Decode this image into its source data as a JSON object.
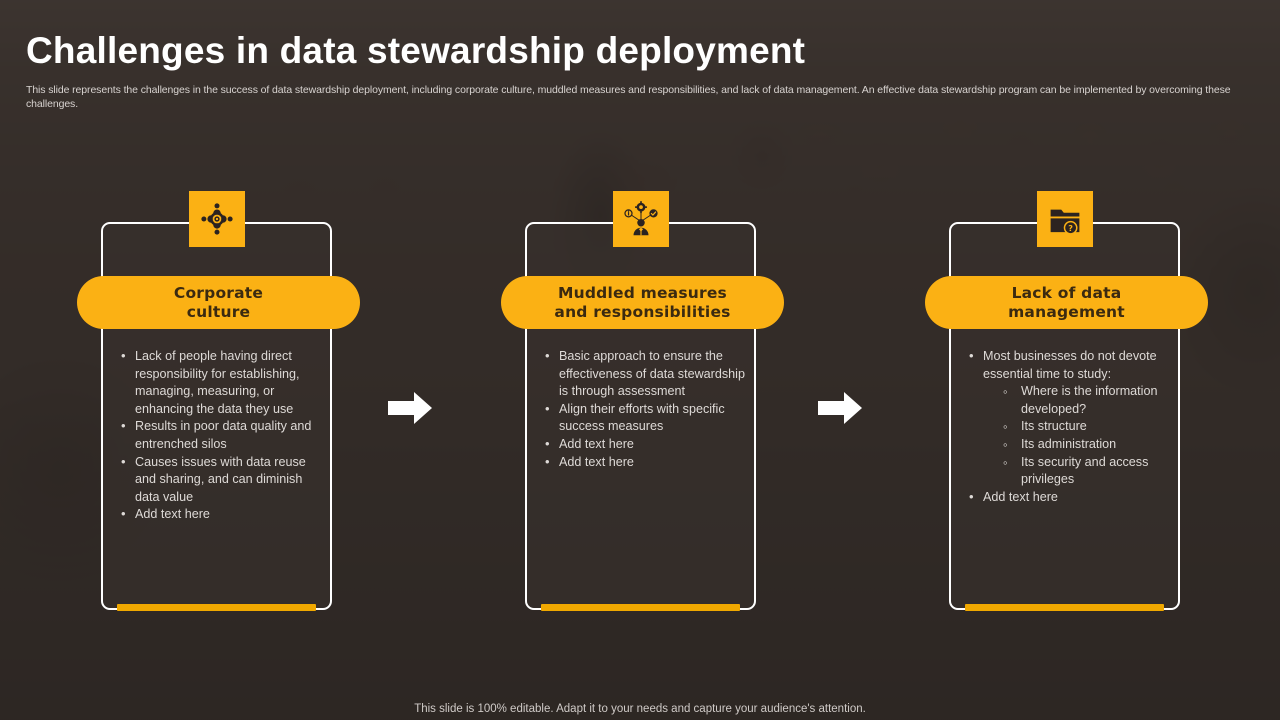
{
  "header": {
    "title": "Challenges in data stewardship deployment",
    "subtitle": "This slide represents the challenges in the success of data stewardship deployment, including corporate culture, muddled measures and responsibilities, and lack of data management. An effective data stewardship program can be implemented by overcoming these challenges."
  },
  "colors": {
    "accent_yellow": "#fbb114",
    "accent_bar": "#f0a800",
    "background": "#312a27",
    "card_border": "#ffffff",
    "body_text": "#dedad7",
    "pill_text": "#3b2a10"
  },
  "cards": [
    {
      "id": "corporate-culture",
      "icon": "network-collaboration-icon",
      "title_line1": "Corporate",
      "title_line2": "culture",
      "bullets": [
        {
          "text": "Lack of people having direct responsibility for establishing, managing, measuring, or enhancing the data they use"
        },
        {
          "text": "Results in poor data quality and entrenched silos"
        },
        {
          "text": "Causes issues with data reuse and sharing, and can diminish data value"
        },
        {
          "text": "Add text here"
        }
      ]
    },
    {
      "id": "muddled-measures",
      "icon": "person-process-nodes-icon",
      "title_line1": "Muddled measures",
      "title_line2": "and responsibilities",
      "bullets": [
        {
          "text": "Basic approach to ensure the effectiveness of data stewardship is through assessment"
        },
        {
          "text": "Align their efforts with specific success measures"
        },
        {
          "text": "Add text here"
        },
        {
          "text": "Add text here"
        }
      ]
    },
    {
      "id": "lack-of-data-management",
      "icon": "folder-question-icon",
      "title_line1": "Lack of data",
      "title_line2": "management",
      "bullets": [
        {
          "text": "Most businesses do not devote essential time to study:",
          "sub": [
            "Where is the information developed?",
            "Its structure",
            "Its administration",
            "Its security and access privileges"
          ]
        },
        {
          "text": "Add text here"
        }
      ]
    }
  ],
  "arrows": [
    {
      "name": "arrow-right-icon"
    },
    {
      "name": "arrow-right-icon"
    }
  ],
  "footer": {
    "note": "This slide is 100% editable. Adapt it to your needs and capture your audience's attention."
  }
}
